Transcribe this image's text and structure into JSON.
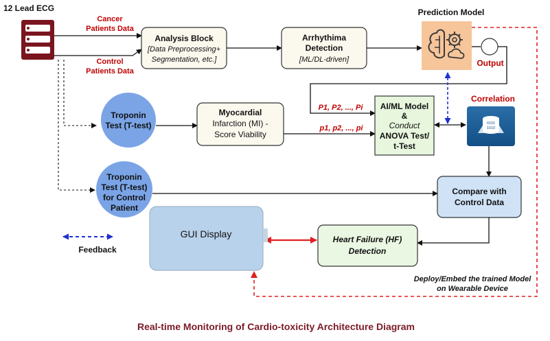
{
  "title": "12 Lead ECG",
  "prediction_title": "Prediction Model",
  "labels": {
    "cancer_line1": "Cancer",
    "cancer_line2": "Patients Data",
    "control_line1": "Control",
    "control_line2": "Patients Data",
    "output": "Output",
    "p_upper": "P1, P2, ..., Pi",
    "p_lower": "p1, p2, ..., pi",
    "correlation": "Correlation",
    "feedback": "Feedback",
    "deploy_line1": "Deploy/Embed the trained Model",
    "deploy_line2": "on Wearable Device"
  },
  "nodes": {
    "analysis": {
      "line1": "Analysis Block",
      "line2": "[Data Preprocessing+",
      "line3": "Segmentation, etc.]"
    },
    "arrhythmia": {
      "line1": "Arrhythima",
      "line2": "Detection",
      "line3": "[ML/DL-driven]"
    },
    "troponin1": {
      "line1": "Troponin",
      "line2": "Test (T-test)"
    },
    "mi": {
      "line1": "Myocardial",
      "line2": "Infarction (MI) -",
      "line3": "Score Viability"
    },
    "aiml": {
      "line1": "AI/ML Model",
      "line2": "&",
      "line3": "Conduct",
      "line4": "ANOVA Test/",
      "line5": "t-Test"
    },
    "troponin2": {
      "line1": "Troponin",
      "line2": "Test (T-test)",
      "line3": "for Control",
      "line4": "Patient"
    },
    "compare": {
      "line1": "Compare with",
      "line2": "Control Data"
    },
    "gui": {
      "line1": "GUI Display"
    },
    "hf": {
      "line1": "Heart Failure (HF)",
      "line2": "Detection"
    }
  },
  "caption": "Real-time Monitoring of Cardio-toxicity Architecture Diagram",
  "colors": {
    "ecg_icon": "#7a1520",
    "red_label": "#c00000",
    "dashed_red": "#e02020",
    "blue_dash": "#1f2fd0",
    "circle_blue": "#7aa4e6",
    "hf_green": "#eaf7e3",
    "compare_blue": "#cfe2f6",
    "gui_blue": "#b9d2ec",
    "cream": "#fbf8ee",
    "caption": "#7a1a28"
  }
}
